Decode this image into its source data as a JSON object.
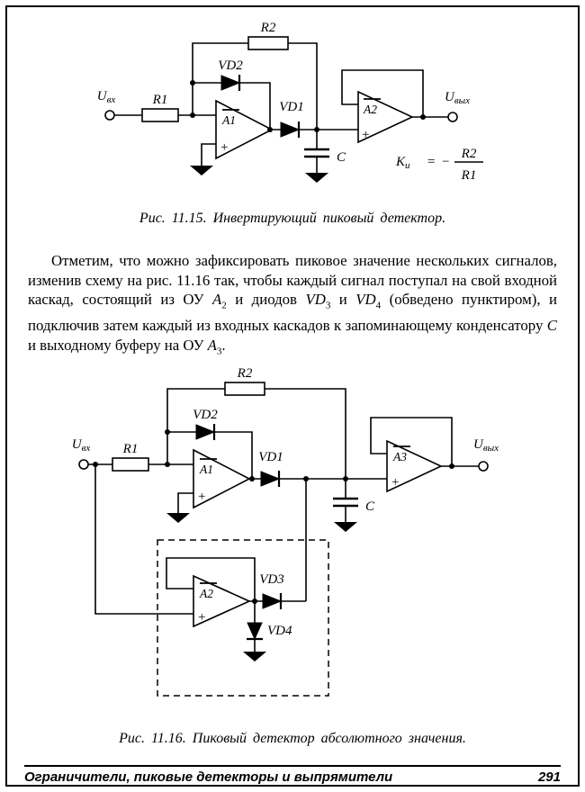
{
  "fig1": {
    "labels": {
      "u_in_base": "U",
      "u_in_sub": "вх",
      "u_out_base": "U",
      "u_out_sub": "вых",
      "r1": "R1",
      "r2": "R2",
      "vd1": "VD1",
      "vd2": "VD2",
      "a1": "A1",
      "a2": "A2",
      "c": "C",
      "plus": "+"
    },
    "caption": "Рис. 11.15. Инвертирующий пиковый детектор."
  },
  "formula": {
    "k": "K",
    "k_sub": "u",
    "eq": "=",
    "minus": "−",
    "num": "R2",
    "den": "R1"
  },
  "paragraph": {
    "segments": [
      {
        "text": "Отметим, что можно зафиксировать пиковое значение нескольких сигналов, изменив схему на рис. 11.16 так, чтобы каждый сигнал поступал на свой входной каскад, состоящий из ОУ "
      },
      {
        "text": "A",
        "italic": true
      },
      {
        "text": "2",
        "sub": true
      },
      {
        "text": " и диодов "
      },
      {
        "text": "VD",
        "italic": true
      },
      {
        "text": "3",
        "sub": true
      },
      {
        "text": " и "
      },
      {
        "text": "VD",
        "italic": true
      },
      {
        "text": "4",
        "sub": true
      },
      {
        "text": " (обведено пунктиром), и подключив затем каждый из входных каскадов к запоминающему конденсатору "
      },
      {
        "text": "C",
        "italic": true
      },
      {
        "text": " и выходному буферу на ОУ "
      },
      {
        "text": "A",
        "italic": true
      },
      {
        "text": "3",
        "sub": true
      },
      {
        "text": "."
      }
    ]
  },
  "fig2": {
    "labels": {
      "u_in_base": "U",
      "u_in_sub": "вх",
      "u_out_base": "U",
      "u_out_sub": "вых",
      "r1": "R1",
      "r2": "R2",
      "vd1": "VD1",
      "vd2": "VD2",
      "vd3": "VD3",
      "vd4": "VD4",
      "a1": "A1",
      "a2": "A2",
      "a3": "A3",
      "c": "C",
      "plus": "+"
    },
    "caption": "Рис. 11.16. Пиковый детектор абсолютного значения."
  },
  "footer": {
    "title": "Ограничители, пиковые детекторы и выпрямители",
    "page_number": "291"
  }
}
